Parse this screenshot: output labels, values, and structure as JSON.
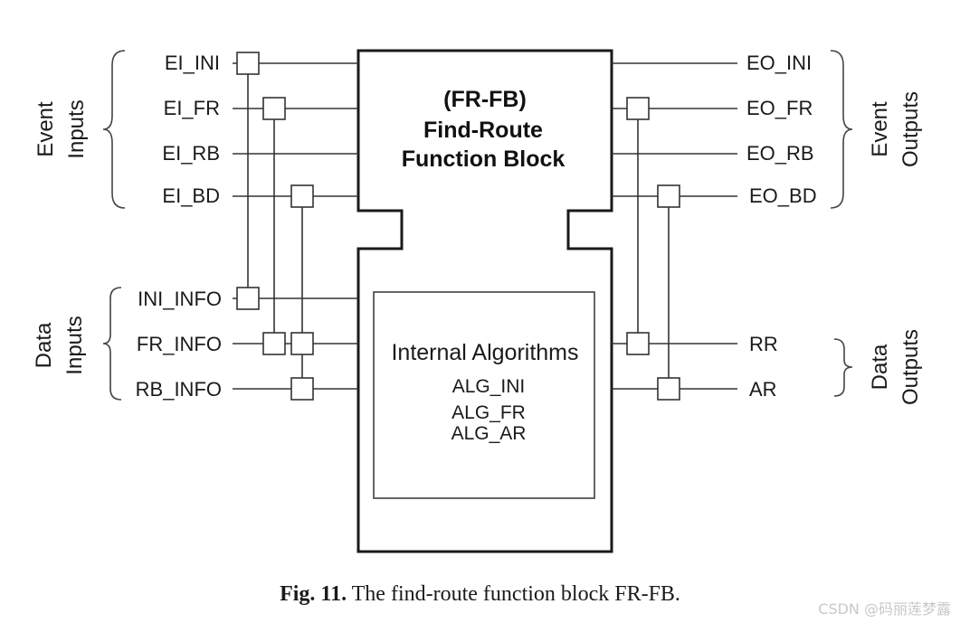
{
  "block": {
    "title_line1": "(FR-FB)",
    "title_line2": "Find-Route",
    "title_line3": "Function Block"
  },
  "internal": {
    "title": "Internal Algorithms",
    "algorithms": [
      "ALG_INI",
      "ALG_FR",
      "ALG_AR"
    ]
  },
  "event_inputs": {
    "group_line1": "Event",
    "group_line2": "Inputs",
    "labels": [
      "EI_INI",
      "EI_FR",
      "EI_RB",
      "EI_BD"
    ]
  },
  "event_outputs": {
    "group_line1": "Event",
    "group_line2": "Outputs",
    "labels": [
      "EO_INI",
      "EO_FR",
      "EO_RB",
      "EO_BD"
    ]
  },
  "data_inputs": {
    "group_line1": "Data",
    "group_line2": "Inputs",
    "labels": [
      "INI_INFO",
      "FR_INFO",
      "RB_INFO"
    ]
  },
  "data_outputs": {
    "group_line1": "Data",
    "group_line2": "Outputs",
    "labels": [
      "RR",
      "AR"
    ]
  },
  "caption": {
    "prefix": "Fig. 11.",
    "text": " The find-route function block FR-FB."
  },
  "watermark": "CSDN @码丽莲梦露"
}
